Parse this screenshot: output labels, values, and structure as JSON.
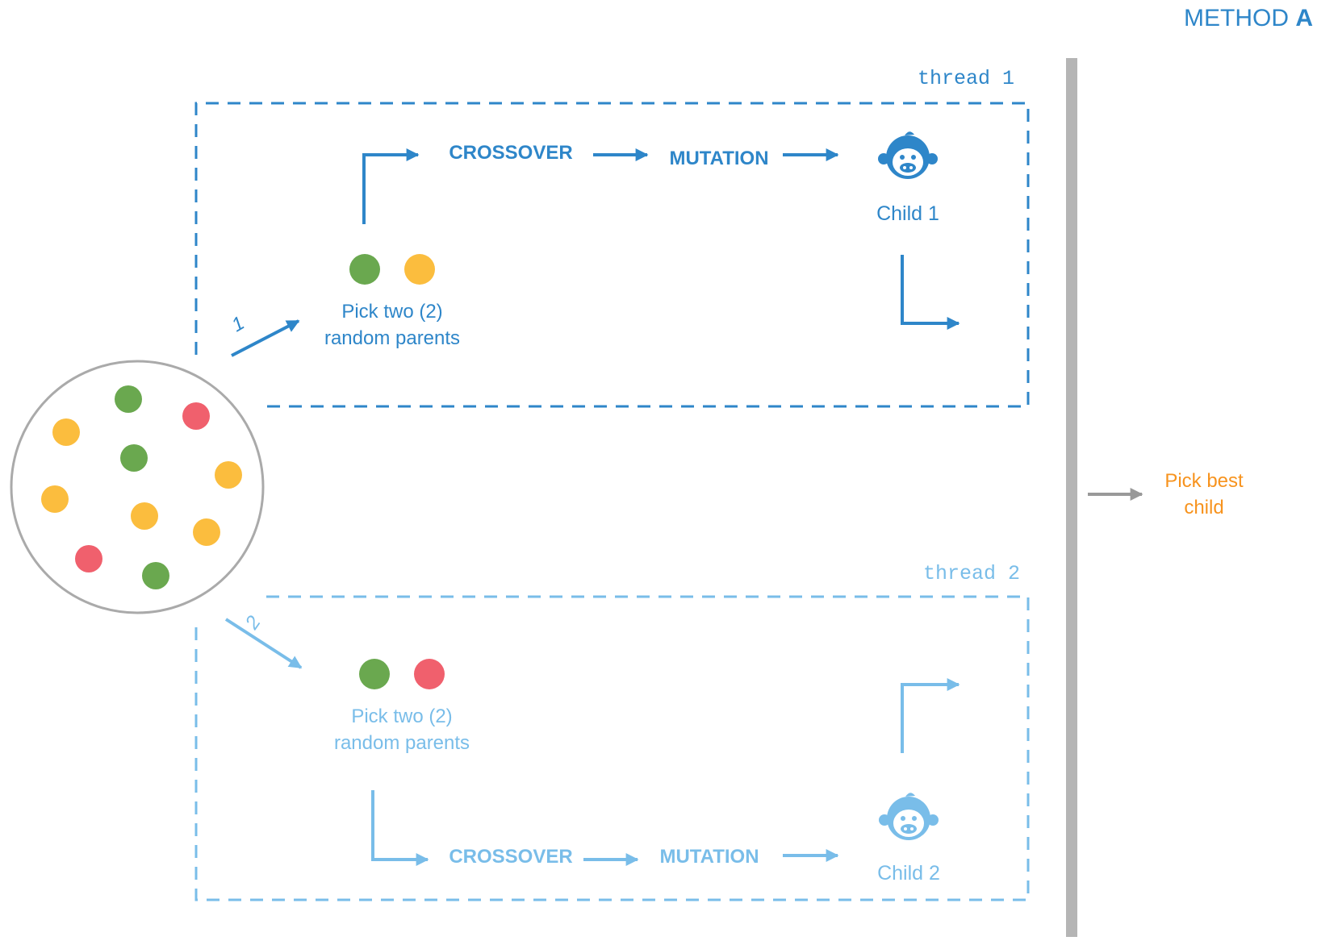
{
  "colors": {
    "thread1": "#2e86c9",
    "thread2": "#79bde9",
    "green": "#6aa84f",
    "yellow": "#fbbd3e",
    "red": "#f0606d",
    "pool_border": "#aaaaaa",
    "divider": "#b5b5b5",
    "pick_best": "#f7931e",
    "title": "#2e86c9"
  },
  "header": {
    "title_prefix": "METHOD ",
    "title_letter": "A"
  },
  "pool": {
    "dots": [
      "green",
      "red",
      "yellow",
      "green",
      "yellow",
      "yellow",
      "yellow",
      "yellow",
      "red",
      "green"
    ]
  },
  "thread1": {
    "label": "thread 1",
    "arrow_number": "1",
    "parents_line1": "Pick two (2)",
    "parents_line2": "random parents",
    "parent_colors": [
      "green",
      "yellow"
    ],
    "crossover": "CROSSOVER",
    "mutation": "MUTATION",
    "child": "Child 1",
    "child_icon": "baby-face-icon"
  },
  "thread2": {
    "label": "thread 2",
    "arrow_number": "2",
    "parents_line1": "Pick two (2)",
    "parents_line2": "random parents",
    "parent_colors": [
      "green",
      "red"
    ],
    "crossover": "CROSSOVER",
    "mutation": "MUTATION",
    "child": "Child 2",
    "child_icon": "baby-face-icon"
  },
  "result": {
    "line1": "Pick best",
    "line2": "child"
  }
}
